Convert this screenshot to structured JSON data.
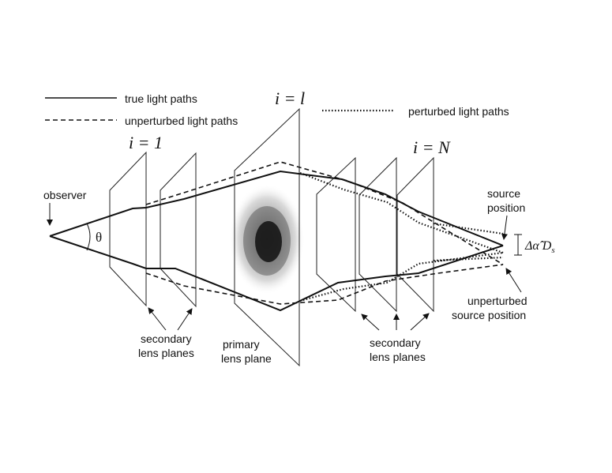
{
  "legend": {
    "true_paths": "true light paths",
    "unperturbed_paths": "unperturbed light paths",
    "perturbed_paths": "perturbed light paths"
  },
  "labels": {
    "i_1": "i = 1",
    "i_l": "i = l",
    "i_N": "i = N",
    "observer": "observer",
    "theta": "θ",
    "source_position_line1": "source",
    "source_position_line2": "position",
    "delta_alpha": "Δα̂ D",
    "delta_alpha_sub": "s",
    "unperturbed_source_line1": "unperturbed",
    "unperturbed_source_line2": "source position",
    "secondary_left_line1": "secondary",
    "secondary_left_line2": "lens planes",
    "primary_line1": "primary",
    "primary_line2": "lens plane",
    "secondary_right_line1": "secondary",
    "secondary_right_line2": "lens planes"
  }
}
